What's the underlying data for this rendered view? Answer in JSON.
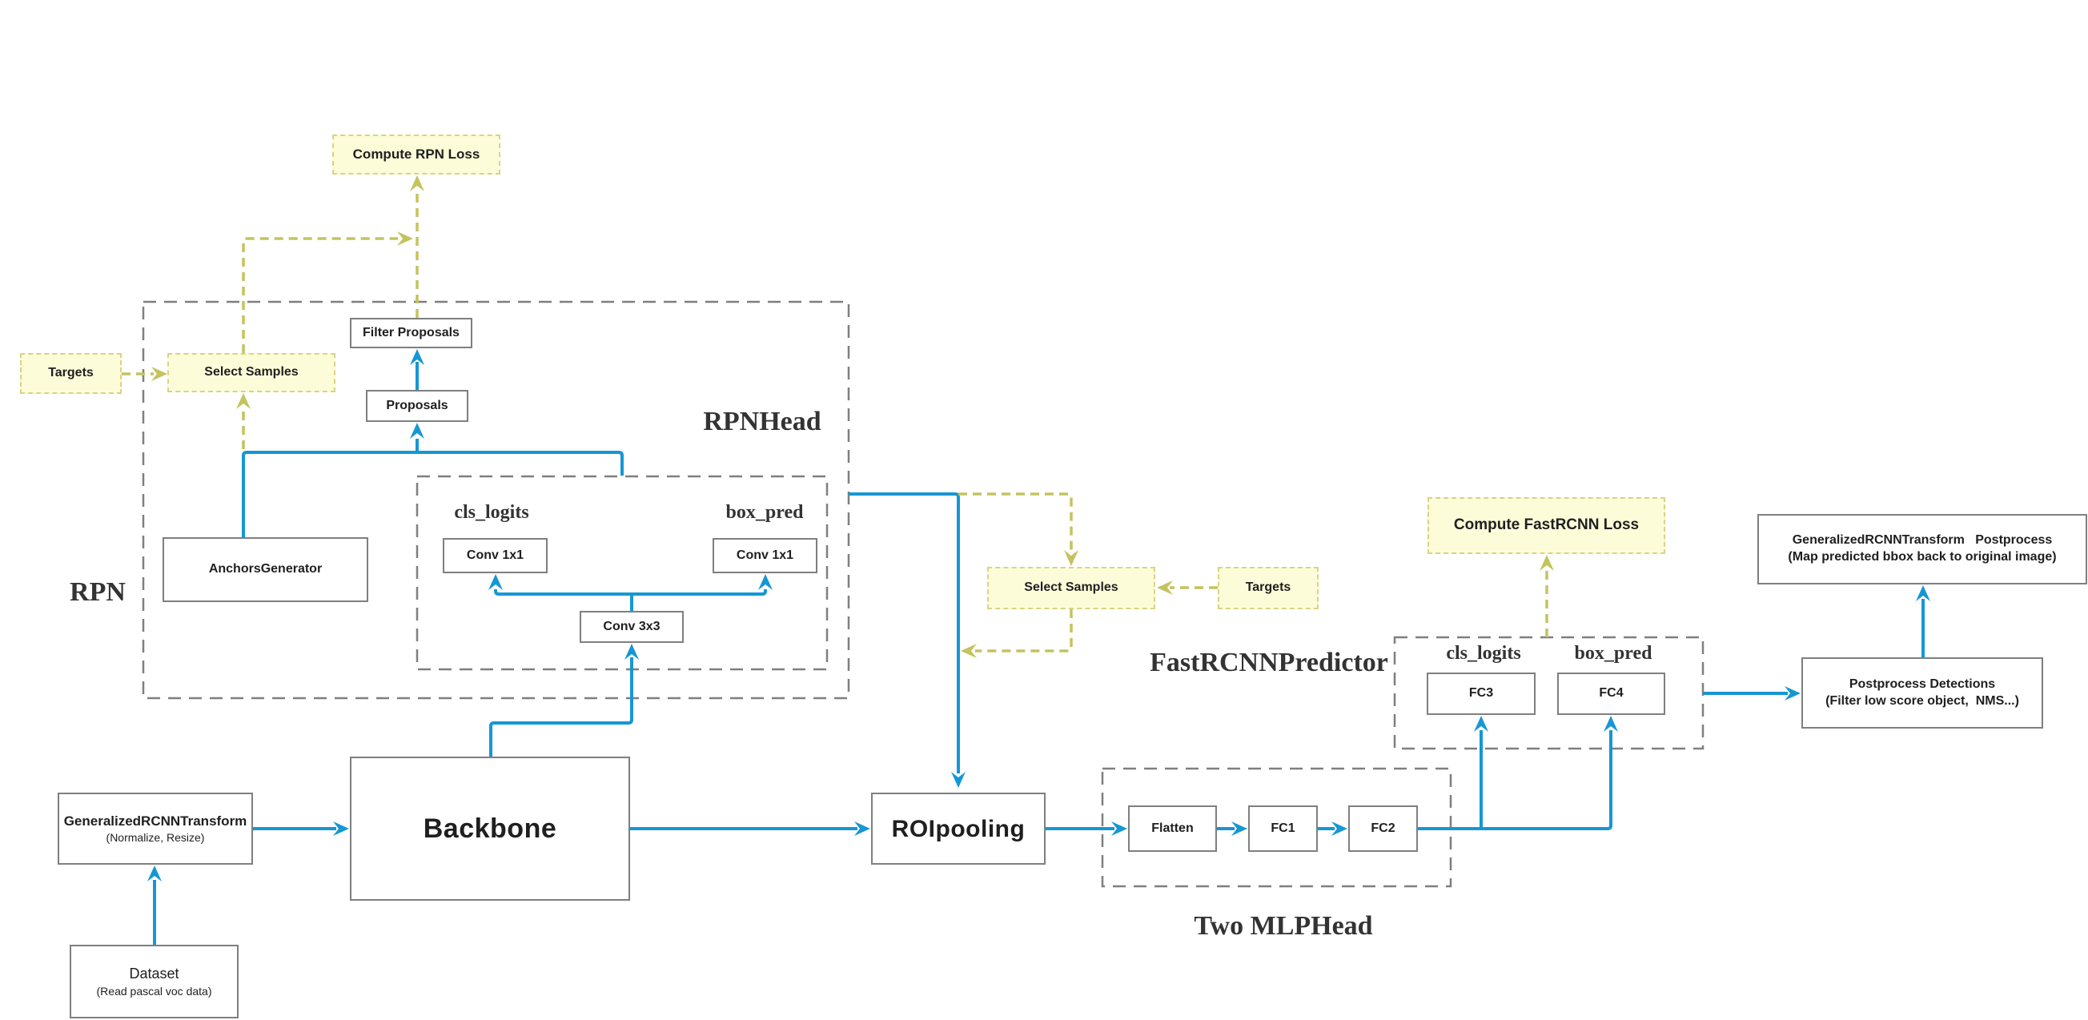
{
  "colors": {
    "arrow_blue": "#1697d4",
    "arrow_olive": "#c4c35f",
    "yellow_fill": "#fdfcd9",
    "yellow_border": "#d8d483",
    "group_dash_gray": "#7f7f7f",
    "text": "#1f1f1f"
  },
  "nodes": {
    "compute_rpn_loss": {
      "label": "Compute RPN Loss"
    },
    "targets_rpn": {
      "label": "Targets"
    },
    "select_samples_rpn": {
      "label": "Select Samples"
    },
    "filter_proposals": {
      "label": "Filter Proposals"
    },
    "proposals": {
      "label": "Proposals"
    },
    "anchors_generator": {
      "label": "AnchorsGenerator"
    },
    "conv1x1_cls": {
      "label": "Conv 1x1"
    },
    "conv1x1_box": {
      "label": "Conv 1x1"
    },
    "conv3x3": {
      "label": "Conv 3x3"
    },
    "grcnn_transform": {
      "label": "GeneralizedRCNNTransform",
      "sublabel": "(Normalize, Resize)"
    },
    "backbone": {
      "label": "Backbone"
    },
    "dataset": {
      "label": "Dataset",
      "sublabel": "(Read pascal voc data)"
    },
    "roipooling": {
      "label": "ROIpooling"
    },
    "flatten": {
      "label": "Flatten"
    },
    "fc1": {
      "label": "FC1"
    },
    "fc2": {
      "label": "FC2"
    },
    "fc3": {
      "label": "FC3"
    },
    "fc4": {
      "label": "FC4"
    },
    "select_samples_frcnn": {
      "label": "Select Samples"
    },
    "targets_frcnn": {
      "label": "Targets"
    },
    "compute_fastrcnn_loss": {
      "label": "Compute FastRCNN Loss"
    },
    "postprocess_detections": {
      "label": "Postprocess Detections",
      "sublabel": "(Filter low score object,  NMS...)"
    },
    "grcnn_postprocess": {
      "label": "GeneralizedRCNNTransform   Postprocess",
      "sublabel": "(Map predicted bbox back to original image)"
    }
  },
  "group_labels": {
    "rpn": "RPN",
    "rpnhead": "RPNHead",
    "cls_logits_rpn": "cls_logits",
    "box_pred_rpn": "box_pred",
    "two_mlphead": "Two MLPHead",
    "fastrcnn_predictor": "FastRCNNPredictor",
    "cls_logits_frcnn": "cls_logits",
    "box_pred_frcnn": "box_pred"
  }
}
